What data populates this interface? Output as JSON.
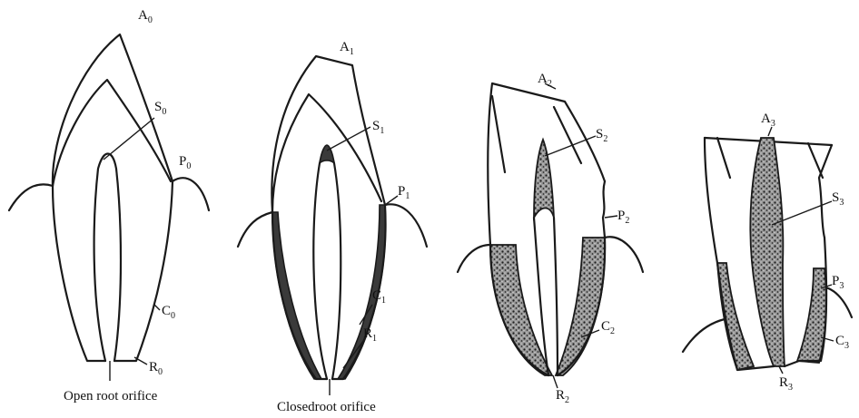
{
  "stages": [
    {
      "id": "stage-0",
      "caption": "Open root orifice",
      "labels": {
        "A": {
          "base": "A",
          "sub": "0"
        },
        "S": {
          "base": "S",
          "sub": "0"
        },
        "P": {
          "base": "P",
          "sub": "0"
        },
        "C": {
          "base": "C",
          "sub": "0"
        },
        "R": {
          "base": "R",
          "sub": "0"
        }
      }
    },
    {
      "id": "stage-1",
      "caption": "Closedroot orifice",
      "labels": {
        "A": {
          "base": "A",
          "sub": "1"
        },
        "S": {
          "base": "S",
          "sub": "1"
        },
        "P": {
          "base": "P",
          "sub": "1"
        },
        "C": {
          "base": "C",
          "sub": "1"
        },
        "R": {
          "base": "R",
          "sub": "1"
        }
      }
    },
    {
      "id": "stage-2",
      "caption": "",
      "labels": {
        "A": {
          "base": "A",
          "sub": "2"
        },
        "S": {
          "base": "S",
          "sub": "2"
        },
        "P": {
          "base": "P",
          "sub": "2"
        },
        "C": {
          "base": "C",
          "sub": "2"
        },
        "R": {
          "base": "R",
          "sub": "2"
        }
      }
    },
    {
      "id": "stage-3",
      "caption": "",
      "labels": {
        "A": {
          "base": "A",
          "sub": "3"
        },
        "S": {
          "base": "S",
          "sub": "3"
        },
        "P": {
          "base": "P",
          "sub": "3"
        },
        "C": {
          "base": "C",
          "sub": "3"
        },
        "R": {
          "base": "R",
          "sub": "3"
        }
      }
    }
  ]
}
